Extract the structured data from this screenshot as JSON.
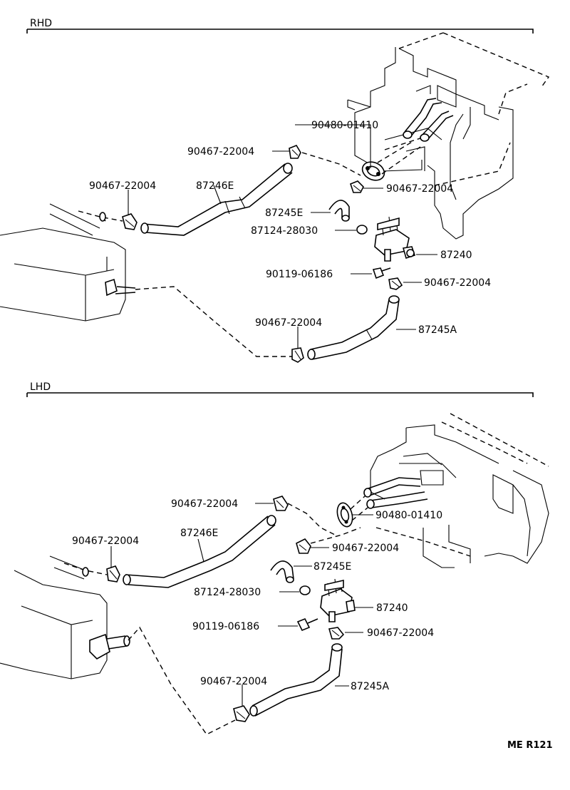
{
  "sections": {
    "rhd": "RHD",
    "lhd": "LHD"
  },
  "rhd_labels": {
    "p1": "90480-01410",
    "p2": "90467-22004",
    "p3": "90467-22004",
    "p4": "87246E",
    "p5": "90467-22004",
    "p6": "87245E",
    "p7": "87124-28030",
    "p8": "87240",
    "p9": "90119-06186",
    "p10": "90467-22004",
    "p11": "90467-22004",
    "p12": "87245A"
  },
  "lhd_labels": {
    "p1": "90467-22004",
    "p2": "90467-22004",
    "p3": "87246E",
    "p4": "90480-01410",
    "p5": "90467-22004",
    "p6": "87245E",
    "p7": "87124-28030",
    "p8": "87240",
    "p9": "90119-06186",
    "p10": "90467-22004",
    "p11": "90467-22004",
    "p12": "87245A"
  },
  "figure_code": "ME R121"
}
